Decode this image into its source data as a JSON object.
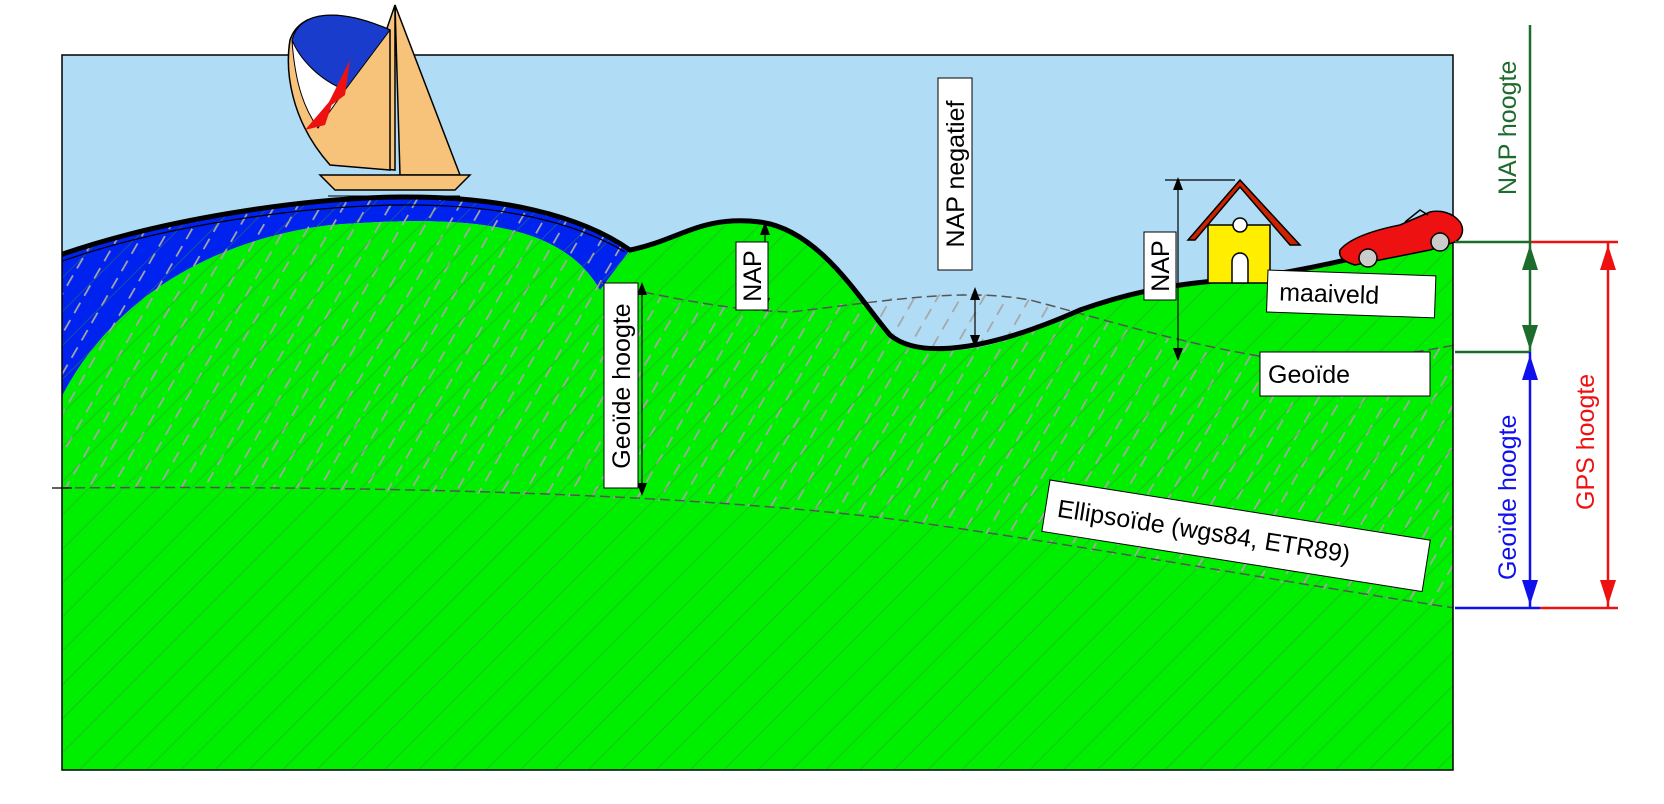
{
  "labels": {
    "maaiveld": "maaiveld",
    "geoide": "Geoïde",
    "ellipsoide": "Ellipsoïde (wgs84, ETR89)",
    "nap_left": "NAP",
    "nap_right": "NAP",
    "nap_negatief": "NAP negatief",
    "geoide_hoogte_inner": "Geoïde hoogte"
  },
  "scale_bars": {
    "nap_hoogte": "NAP hoogte",
    "geoide_hoogte": "Geoïde hoogte",
    "gps_hoogte": "GPS hoogte"
  },
  "colors": {
    "sky": "#b0dcf5",
    "land": "#00ee00",
    "sea": "#0022ee",
    "nap_green": "#1e6b2e",
    "geoide_blue": "#1010ee",
    "gps_red": "#ee1111",
    "house_yellow": "#ffee00",
    "roof_red": "#cc2200",
    "car_red": "#ee1111",
    "sail_orange": "#f7c27a"
  },
  "icons": [
    "sailboat-icon",
    "house-icon",
    "car-icon"
  ]
}
